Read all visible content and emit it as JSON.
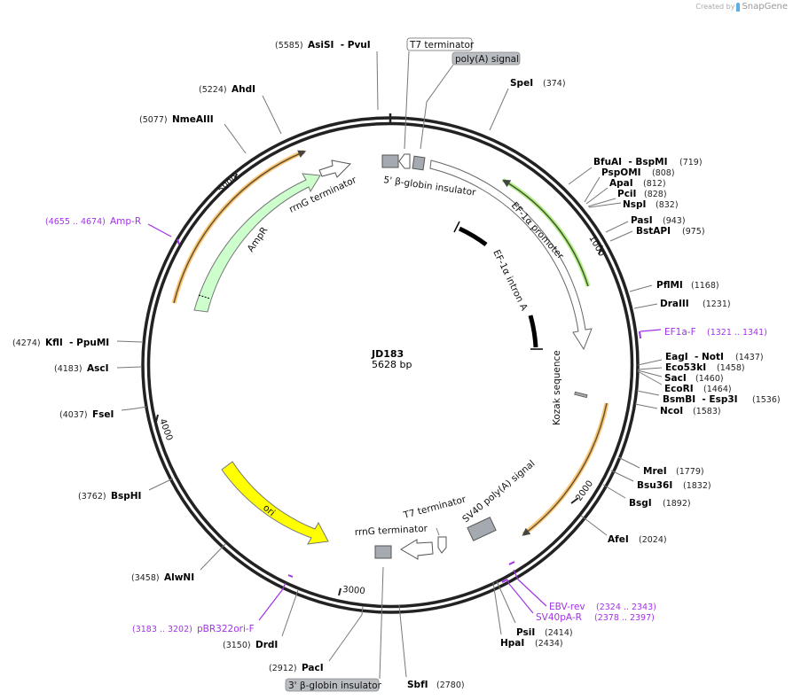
{
  "credit": {
    "prefix": "Created by",
    "brand": "SnapGene"
  },
  "plasmid": {
    "name": "JD183",
    "length_label": "5628 bp",
    "length": 5628
  },
  "ruler_ticks": [
    {
      "label": "1000",
      "pos": 1000
    },
    {
      "label": "2000",
      "pos": 2000
    },
    {
      "label": "3000",
      "pos": 3000
    },
    {
      "label": "4000",
      "pos": 4000
    },
    {
      "label": "5000",
      "pos": 5000
    }
  ],
  "enzymes": [
    {
      "name": "AsiSI  - PvuI",
      "pos": "(5585)"
    },
    {
      "name": "SpeI",
      "pos": "(374)"
    },
    {
      "name": "BfuAI  - BspMI",
      "pos": "(719)"
    },
    {
      "name": "PspOMI",
      "pos": "(808)"
    },
    {
      "name": "ApaI",
      "pos": "(812)"
    },
    {
      "name": "PciI",
      "pos": "(828)"
    },
    {
      "name": "NspI",
      "pos": "(832)"
    },
    {
      "name": "PasI",
      "pos": "(943)"
    },
    {
      "name": "BstAPI",
      "pos": "(975)"
    },
    {
      "name": "PflMI",
      "pos": "(1168)"
    },
    {
      "name": "DraIII",
      "pos": "(1231)"
    },
    {
      "name": "EagI  - NotI",
      "pos": "(1437)"
    },
    {
      "name": "Eco53kI",
      "pos": "(1458)"
    },
    {
      "name": "SacI",
      "pos": "(1460)"
    },
    {
      "name": "EcoRI",
      "pos": "(1464)"
    },
    {
      "name": "BsmBI  - Esp3I",
      "pos": "(1536)"
    },
    {
      "name": "NcoI",
      "pos": "(1583)"
    },
    {
      "name": "MreI",
      "pos": "(1779)"
    },
    {
      "name": "Bsu36I",
      "pos": "(1832)"
    },
    {
      "name": "BsgI",
      "pos": "(1892)"
    },
    {
      "name": "AfeI",
      "pos": "(2024)"
    },
    {
      "name": "PsiI",
      "pos": "(2414)"
    },
    {
      "name": "HpaI",
      "pos": "(2434)"
    },
    {
      "name": "SbfI",
      "pos": "(2780)"
    },
    {
      "name": "PacI",
      "pos": "(2912)"
    },
    {
      "name": "DrdI",
      "pos": "(3150)"
    },
    {
      "name": "AlwNI",
      "pos": "(3458)"
    },
    {
      "name": "BspHI",
      "pos": "(3762)"
    },
    {
      "name": "FseI",
      "pos": "(4037)"
    },
    {
      "name": "AscI",
      "pos": "(4183)"
    },
    {
      "name": "KflI  - PpuMI",
      "pos": "(4274)"
    },
    {
      "name": "NmeAIII",
      "pos": "(5077)"
    },
    {
      "name": "AhdI",
      "pos": "(5224)"
    }
  ],
  "primers": [
    {
      "name": "EF1a-F",
      "range": "(1321 .. 1341)"
    },
    {
      "name": "EBV-rev",
      "range": "(2324 .. 2343)"
    },
    {
      "name": "SV40pA-R",
      "range": "(2378 .. 2397)"
    },
    {
      "name": "pBR322ori-F",
      "range": "(3183 .. 3202)"
    },
    {
      "name": "Amp-R",
      "range": "(4655 .. 4674)"
    }
  ],
  "features": {
    "t7_terminator_top": "T7 terminator",
    "polya_signal": "poly(A) signal",
    "beta_globin_5": "5' β-globin insulator",
    "ef1a_promoter": "EF-1α promoter",
    "ef1a_intron": "EF-1α intron A",
    "kozak": "Kozak sequence",
    "sv40_polya": "SV40 poly(A) signal",
    "t7_terminator_bottom": "T7 terminator",
    "rrng_terminator_bottom": "rrnG terminator",
    "beta_globin_3": "3' β-globin insulator",
    "ori": "ori",
    "ampr": "AmpR",
    "rrng_terminator_top": "rrnG terminator"
  },
  "colors": {
    "backbone": "#222222",
    "primer": "#a133e6",
    "ori": "#ffff00",
    "ampr": "#ccffcc",
    "orf_highlight": "#f8c878",
    "promoter_highlight": "#b6ec8a",
    "gray_feature": "#a5aab1"
  }
}
